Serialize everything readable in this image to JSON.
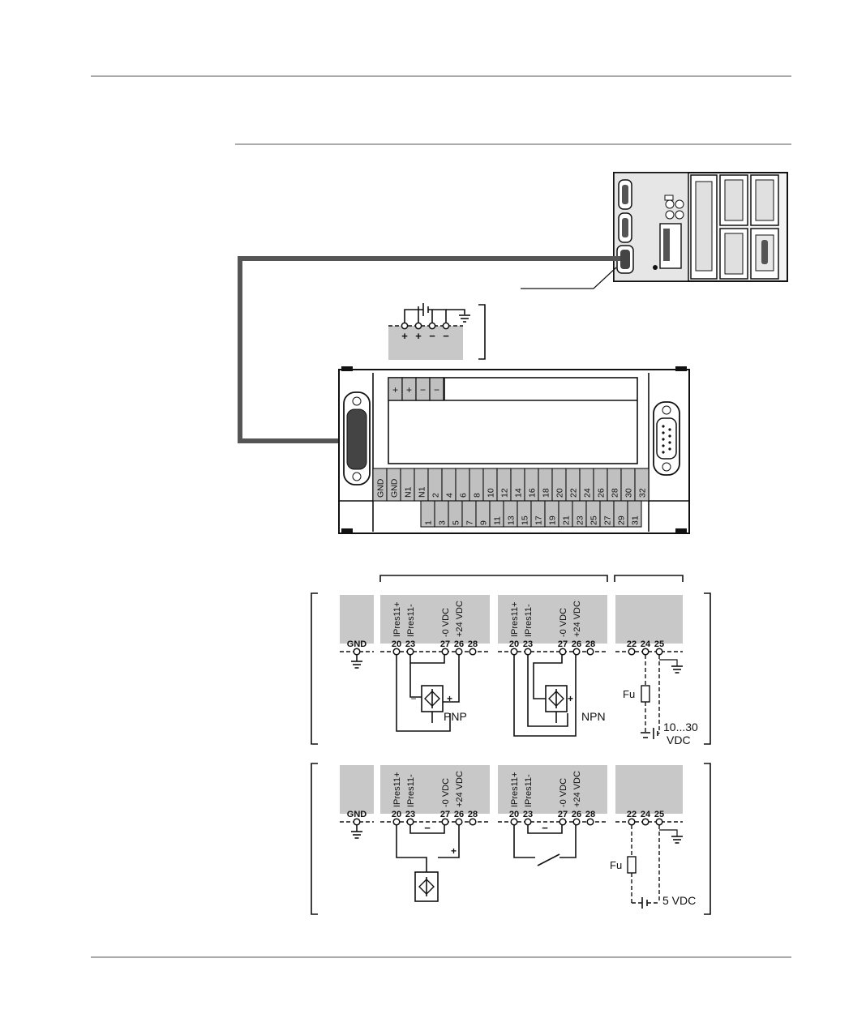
{
  "colors": {
    "cable": "#555555",
    "terminal_fill": "#c0c0c0",
    "panel_fill": "#c8c8c8",
    "line": "#111111"
  },
  "power_supply": {
    "terminals": [
      "+",
      "+",
      "−",
      "−"
    ]
  },
  "module": {
    "screw_terminals": [
      "+",
      "+",
      "−",
      "−"
    ],
    "top_row": [
      "GND",
      "GND",
      "N1",
      "N1",
      "2",
      "4",
      "6",
      "8",
      "10",
      "12",
      "14",
      "16",
      "18",
      "20",
      "22",
      "24",
      "26",
      "28",
      "30",
      "32"
    ],
    "bottom_row": [
      "1",
      "3",
      "5",
      "7",
      "9",
      "11",
      "13",
      "15",
      "17",
      "19",
      "21",
      "23",
      "25",
      "27",
      "29",
      "31"
    ]
  },
  "wiring": {
    "gnd_label": "GND",
    "input_signals": [
      "IPres11+",
      "IPres11-",
      "-0 VDC",
      "+24 VDC"
    ],
    "input_terminals": [
      "20",
      "23",
      "27",
      "26",
      "28"
    ],
    "counter_terminals": [
      "22",
      "24",
      "25"
    ],
    "minus": "−",
    "plus": "+",
    "fuse_label": "Fu",
    "pnp_label": "PNP",
    "npn_label": "NPN",
    "supply_10_30_line1": "10...30",
    "supply_10_30_line2": "VDC",
    "supply_5": "5 VDC"
  }
}
